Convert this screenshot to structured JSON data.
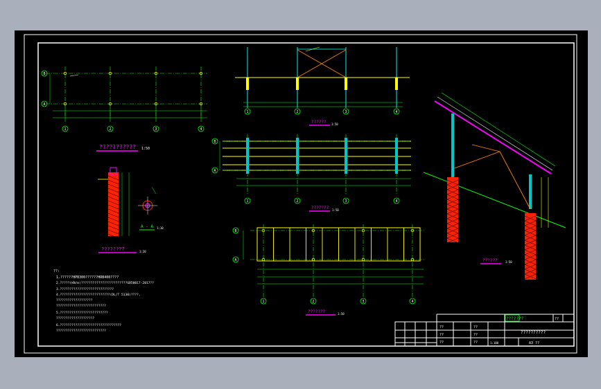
{
  "colors": {
    "viewport_bg": "#a9b0bb",
    "paper": "#000000",
    "frame": "#ffffff",
    "axis": "#00ff00",
    "beam": "#ffff00",
    "column": "#00c8c8",
    "bracing": "#ff8800",
    "dim": "#00ff00",
    "red_member": "#ff2200",
    "magenta": "#ff00ff",
    "grid_marker": "#00ff00"
  },
  "axes": {
    "columns": [
      "1",
      "2",
      "3",
      "4"
    ],
    "rows": [
      "A",
      "B"
    ]
  },
  "views": {
    "plan1": {
      "title": "???????????",
      "scale": "1:50"
    },
    "elevation": {
      "title": "??????",
      "scale": "1:50"
    },
    "beam_plan": {
      "title": "???????",
      "scale": "1:50"
    },
    "panel_plan": {
      "title": "???????",
      "scale": "1:50"
    },
    "column_detail": {
      "title": "????????",
      "scale": "1:20"
    },
    "section_aa": {
      "title": "A - A",
      "scale": "1:10"
    },
    "side_elev": {
      "title": "??????",
      "scale": "1:50"
    }
  },
  "notes": {
    "heading": "??:",
    "lines": [
      "1.??????HPB300??????HRB400????",
      "2.?????(kN/m)????????????????????????GB50017-2017??",
      "3.????????????????????????????",
      "4.??????????????????????????(DL/T 5130)????,",
      "   ???????????????????",
      "   ??????????????????????????",
      "5.?????????????????????????",
      "   ????????????????????",
      "6.????????????????????????????????",
      "   ??????????????????????????"
    ]
  },
  "title_block": {
    "project": "???????",
    "drawing_title": "??????????",
    "rows": [
      [
        "??",
        "",
        "??",
        ""
      ],
      [
        "??",
        "",
        "??",
        ""
      ],
      [
        "??",
        "",
        "??",
        ""
      ]
    ],
    "scale_label": "1:100",
    "sheet_label": "A3 ??",
    "code": "??"
  }
}
